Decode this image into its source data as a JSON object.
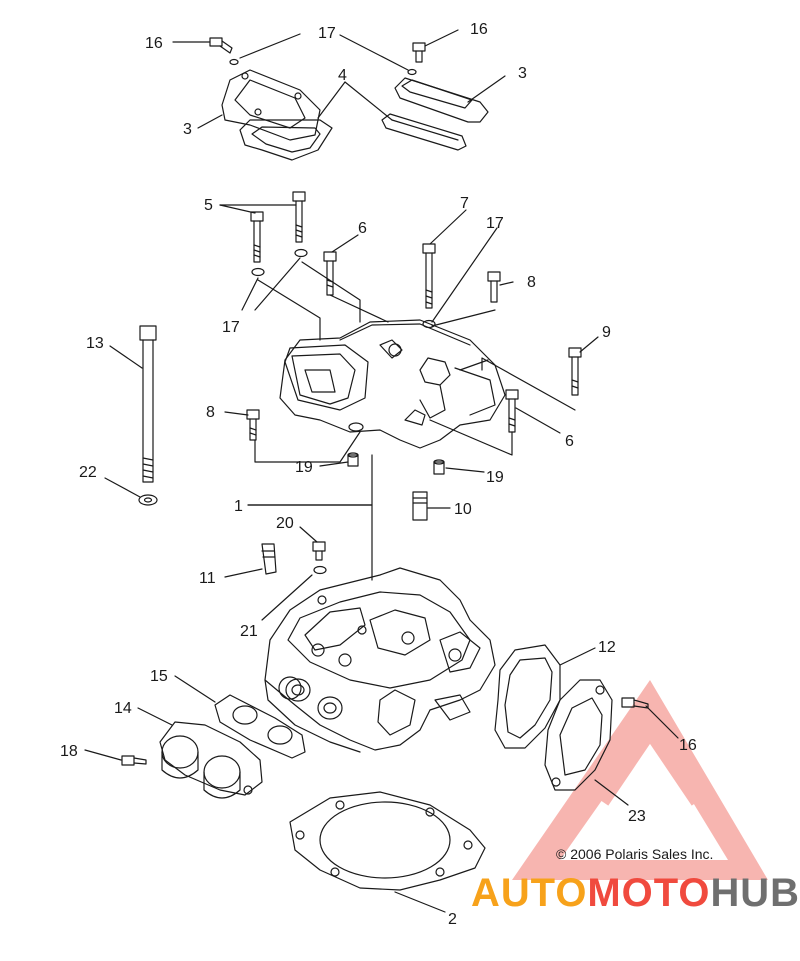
{
  "callouts": [
    "16",
    "17",
    "16",
    "3",
    "3",
    "4",
    "5",
    "7",
    "17",
    "6",
    "8",
    "13",
    "17",
    "9",
    "8",
    "6",
    "19",
    "19",
    "22",
    "1",
    "10",
    "20",
    "11",
    "21",
    "12",
    "15",
    "14",
    "16",
    "18",
    "23",
    "2"
  ],
  "copyright": "© 2006 Polaris Sales Inc.",
  "watermark": {
    "part1": "AUTO",
    "part2": "MOTO",
    "part3": "HUB"
  },
  "colors": {
    "line": "#1a1a1a",
    "watermark_red": "#f04a3e",
    "watermark_orange": "#f7a21b",
    "watermark_gray": "#6f6f6f"
  }
}
